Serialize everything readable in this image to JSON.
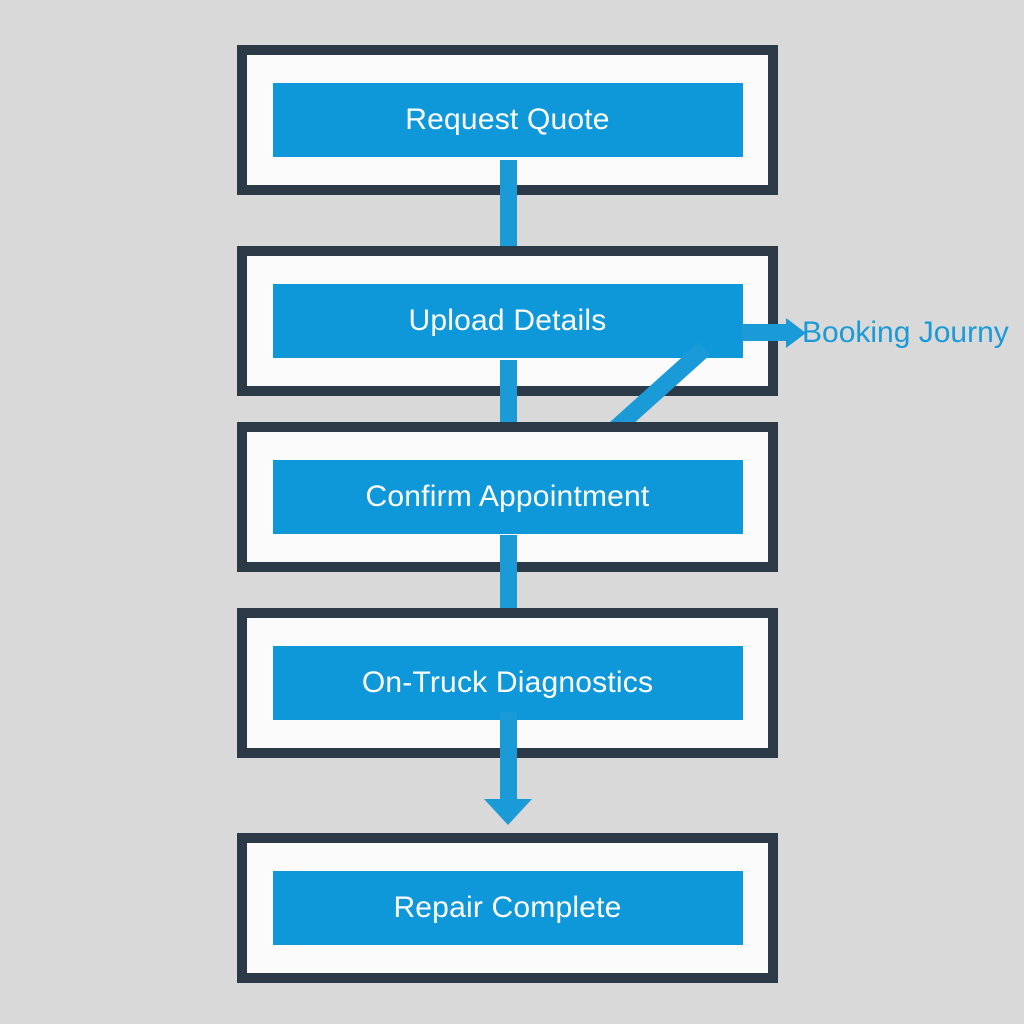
{
  "diagram": {
    "title": "Booking Journy",
    "type": "vertical-flowchart",
    "background_color": "#d9d9d9",
    "accent_color": "#0e98da",
    "frame_color": "#2c3a47",
    "label_text_color": "#ffffff",
    "annotation_text_color": "#1b9ad8",
    "stages": [
      {
        "id": "request-quote",
        "label": "Request Quote"
      },
      {
        "id": "upload-details",
        "label": "Upload Details"
      },
      {
        "id": "confirm-appointment",
        "label": "Confirm Appointment"
      },
      {
        "id": "on-truck-diagnostics",
        "label": "On-Truck Diagnostics"
      },
      {
        "id": "repair-complete",
        "label": "Repair Complete"
      }
    ],
    "annotations": [
      {
        "id": "booking-journey",
        "label": "Booking Journy",
        "attached_to": "upload-details"
      }
    ]
  }
}
